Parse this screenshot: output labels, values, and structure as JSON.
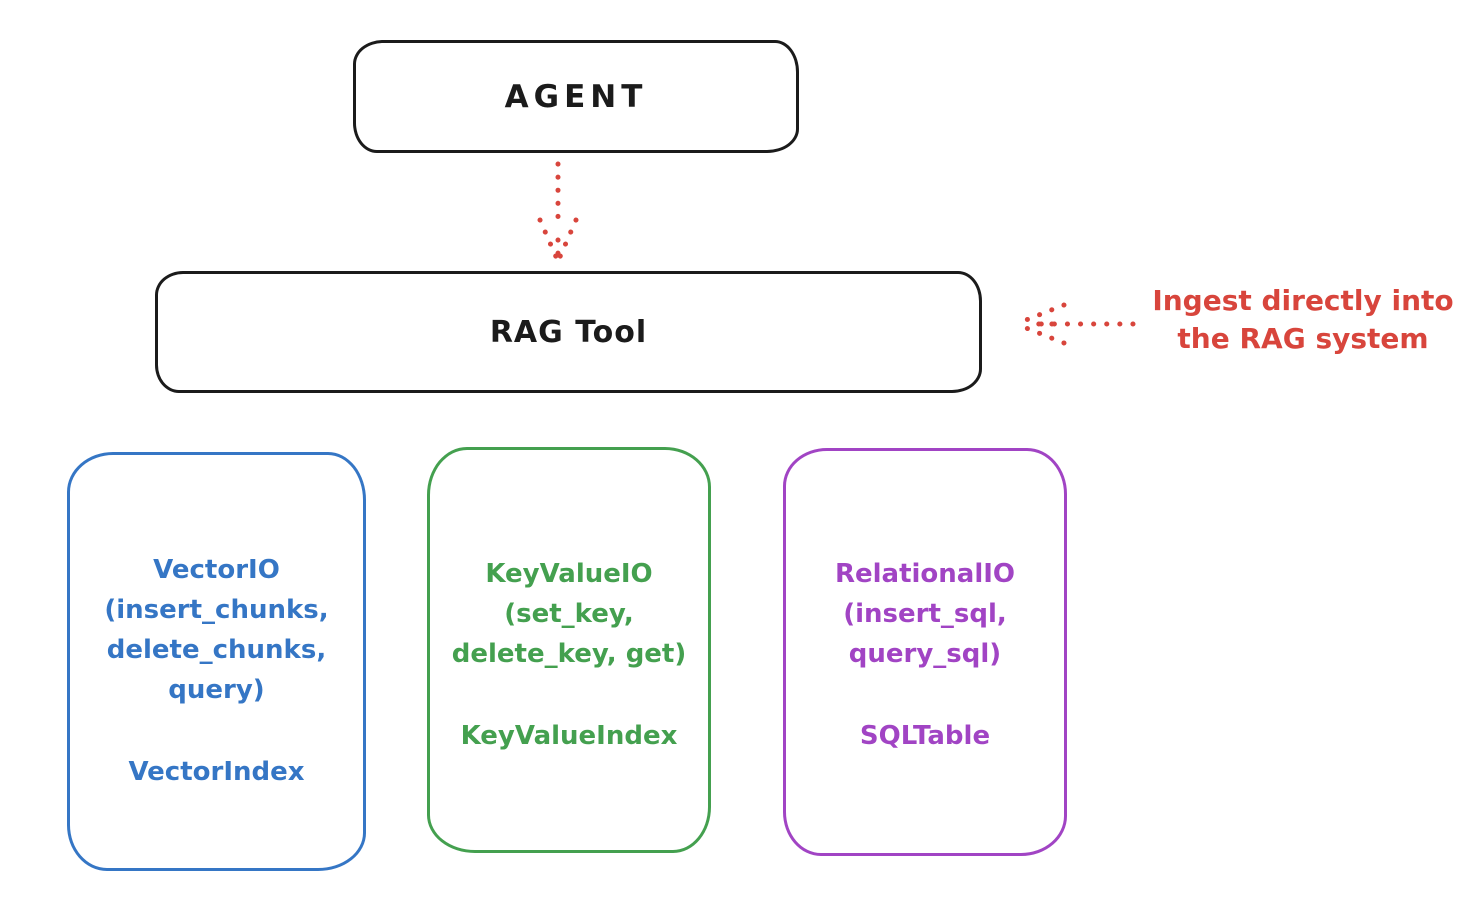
{
  "nodes": {
    "agent": {
      "label": "AGENT",
      "color": "#1b1b1b"
    },
    "rag_tool": {
      "label": "RAG Tool",
      "color": "#1b1b1b"
    }
  },
  "annotation": {
    "text": "Ingest directly into\nthe RAG system",
    "color": "#d8453c"
  },
  "connections": {
    "agent_to_rag": {
      "color": "#d8453c"
    }
  },
  "providers": [
    {
      "signature": "VectorIO\n(insert_chunks,\ndelete_chunks,\nquery)",
      "index_label": "VectorIndex",
      "color": "#3576c5"
    },
    {
      "signature": "KeyValueIO\n(set_key,\ndelete_key, get)",
      "index_label": "KeyValueIndex",
      "color": "#44a04f"
    },
    {
      "signature": "RelationalIO\n(insert_sql,\nquery_sql)",
      "index_label": "SQLTable",
      "color": "#a144c4"
    }
  ]
}
